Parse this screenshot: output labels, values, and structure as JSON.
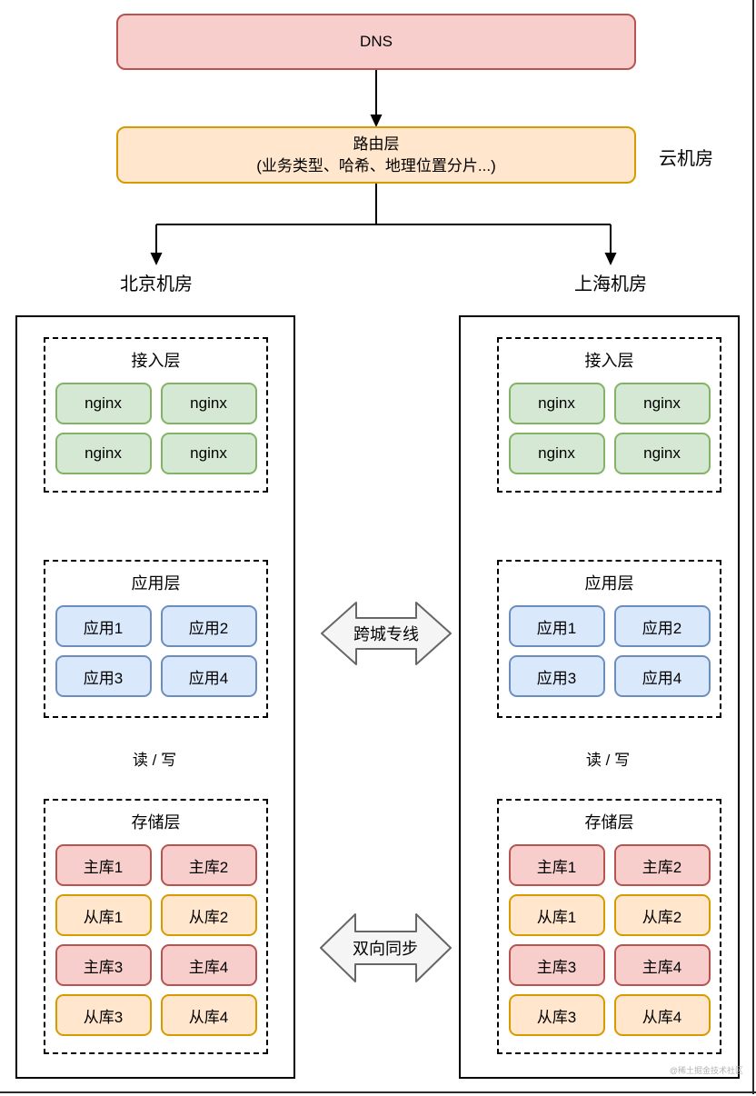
{
  "diagram": {
    "dns": {
      "label": "DNS"
    },
    "router": {
      "title": "路由层",
      "subtitle": "(业务类型、哈希、地理位置分片...)"
    },
    "cloud_room_label": "云机房",
    "connectors": {
      "cross_city": "跨城专线",
      "sync": "双向同步"
    },
    "watermark": "@稀土掘金技术社区",
    "datacenters": [
      {
        "name": "北京机房",
        "access_layer": {
          "title": "接入层",
          "nodes": [
            "nginx",
            "nginx",
            "nginx",
            "nginx"
          ]
        },
        "app_layer": {
          "title": "应用层",
          "nodes": [
            "应用1",
            "应用2",
            "应用3",
            "应用4"
          ]
        },
        "rw_label": "读 / 写",
        "storage_layer": {
          "title": "存储层",
          "nodes": [
            {
              "label": "主库1",
              "type": "master"
            },
            {
              "label": "主库2",
              "type": "master"
            },
            {
              "label": "从库1",
              "type": "slave"
            },
            {
              "label": "从库2",
              "type": "slave"
            },
            {
              "label": "主库3",
              "type": "master"
            },
            {
              "label": "主库4",
              "type": "master"
            },
            {
              "label": "从库3",
              "type": "slave"
            },
            {
              "label": "从库4",
              "type": "slave"
            }
          ]
        }
      },
      {
        "name": "上海机房",
        "access_layer": {
          "title": "接入层",
          "nodes": [
            "nginx",
            "nginx",
            "nginx",
            "nginx"
          ]
        },
        "app_layer": {
          "title": "应用层",
          "nodes": [
            "应用1",
            "应用2",
            "应用3",
            "应用4"
          ]
        },
        "rw_label": "读 / 写",
        "storage_layer": {
          "title": "存储层",
          "nodes": [
            {
              "label": "主库1",
              "type": "master"
            },
            {
              "label": "主库2",
              "type": "master"
            },
            {
              "label": "从库1",
              "type": "slave"
            },
            {
              "label": "从库2",
              "type": "slave"
            },
            {
              "label": "主库3",
              "type": "master"
            },
            {
              "label": "主库4",
              "type": "master"
            },
            {
              "label": "从库3",
              "type": "slave"
            },
            {
              "label": "从库4",
              "type": "slave"
            }
          ]
        }
      }
    ],
    "colors": {
      "dns_fill": "#f8cecc",
      "dns_stroke": "#b85450",
      "router_fill": "#ffe6cc",
      "router_stroke": "#d79b00",
      "nginx_fill": "#d5e8d4",
      "nginx_stroke": "#82b366",
      "app_fill": "#dae8fc",
      "app_stroke": "#6c8ebf",
      "master_fill": "#f8cecc",
      "master_stroke": "#b85450",
      "slave_fill": "#ffe6cc",
      "slave_stroke": "#d79b00",
      "double_arrow_fill": "#f5f5f5",
      "double_arrow_stroke": "#666666",
      "line_color": "#000000"
    }
  }
}
